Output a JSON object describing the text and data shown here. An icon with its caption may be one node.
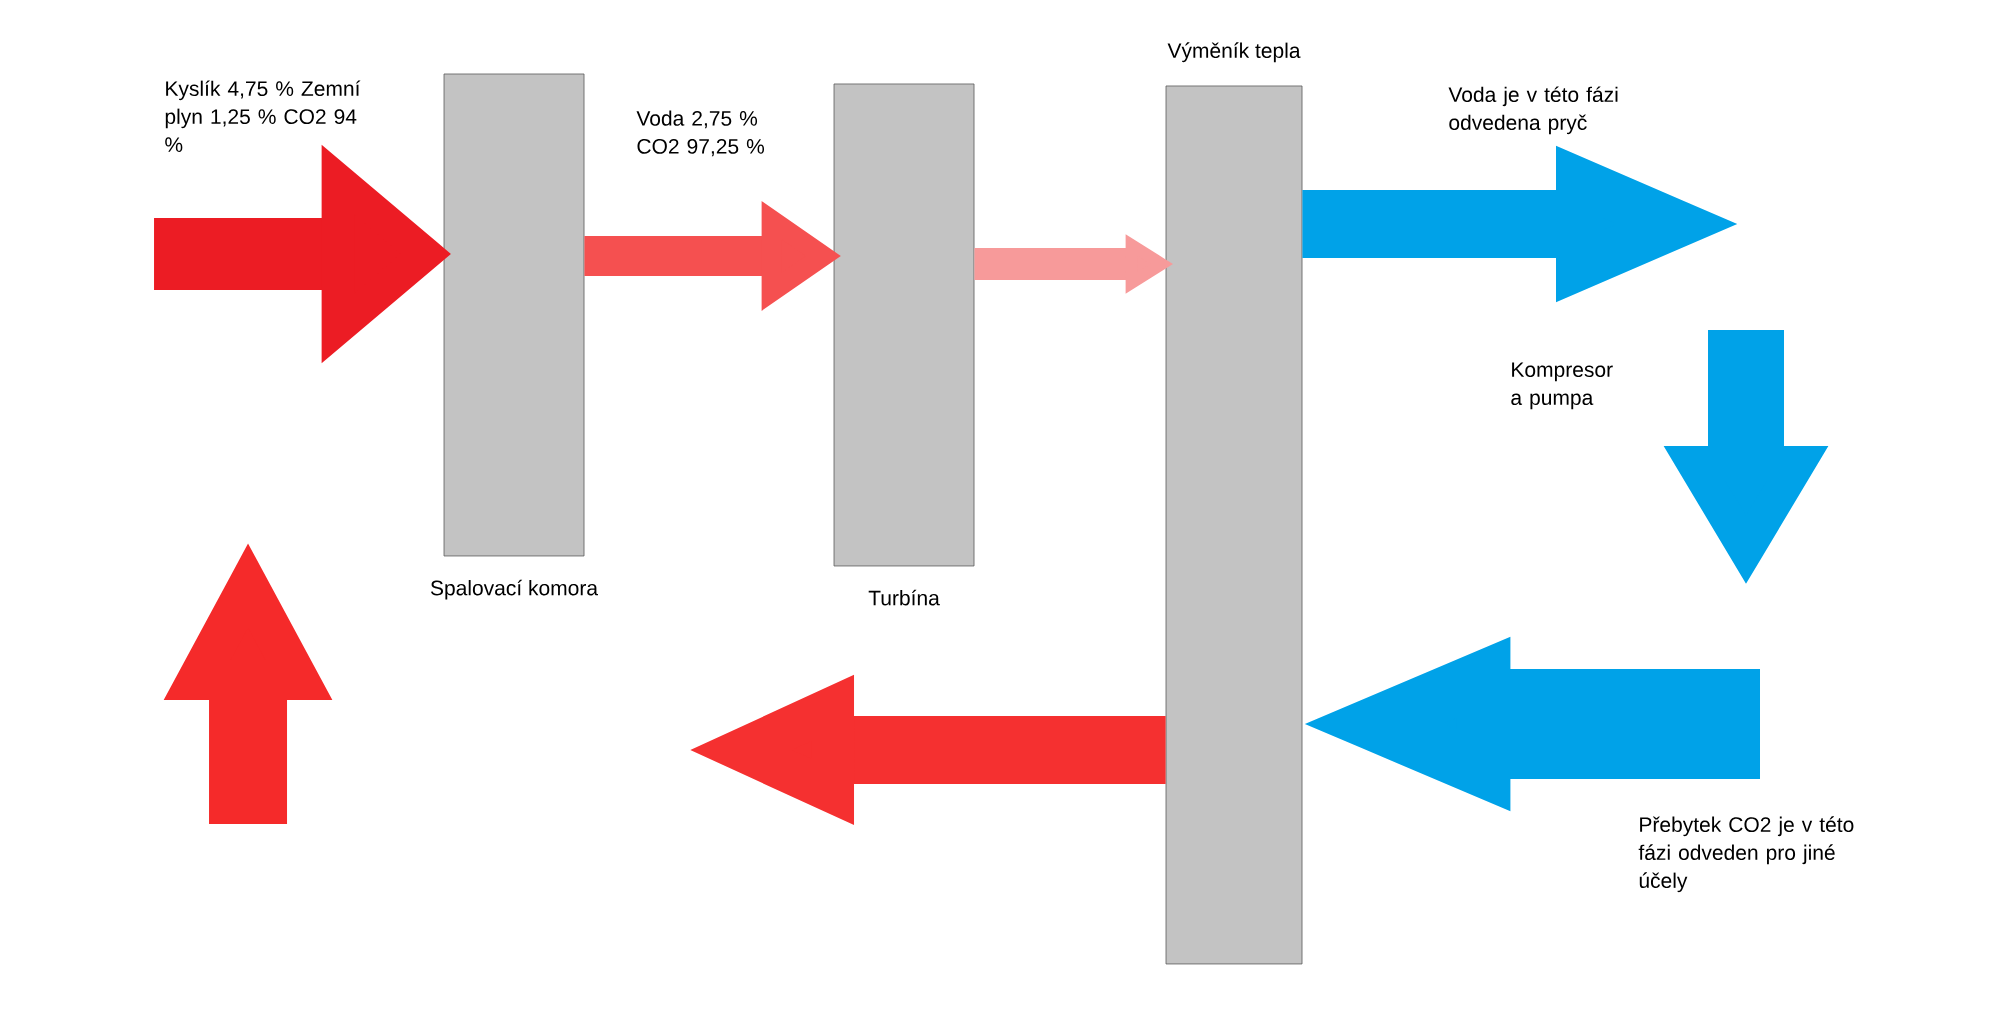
{
  "diagram": {
    "nodes": [
      {
        "text": [
          "Spalovací komora"
        ]
      },
      {
        "text": [
          "Turbína"
        ]
      },
      {
        "text": [
          "Výměník tepla"
        ]
      }
    ],
    "edges": [
      {
        "from": null,
        "to": 0,
        "arrow": "to",
        "label": "Kyslík 4,75 % Zemní plyn 1,25 % CO2 94 %",
        "color": "#ec1c24"
      },
      {
        "from": 0,
        "to": 1,
        "arrow": "to",
        "label": "Voda 2,75 % CO2 97,25 %",
        "color": "#f55050"
      },
      {
        "from": 1,
        "to": 2,
        "arrow": "to",
        "color": "#f79a9a"
      },
      {
        "from": 2,
        "to": null,
        "arrow": "to",
        "label": "Voda je v této fázi odvedena pryč",
        "color": "#00a2e8"
      },
      {
        "from": null,
        "to": 2,
        "arrow": "to",
        "label": "Přebytek CO2 je v této fázi odveden pro jiné účely",
        "color": "#00a2e8"
      },
      {
        "from": 2,
        "to": null,
        "arrow": "to",
        "color": "#f53030"
      }
    ],
    "labels": [
      "Kompresor a pumpa"
    ]
  }
}
